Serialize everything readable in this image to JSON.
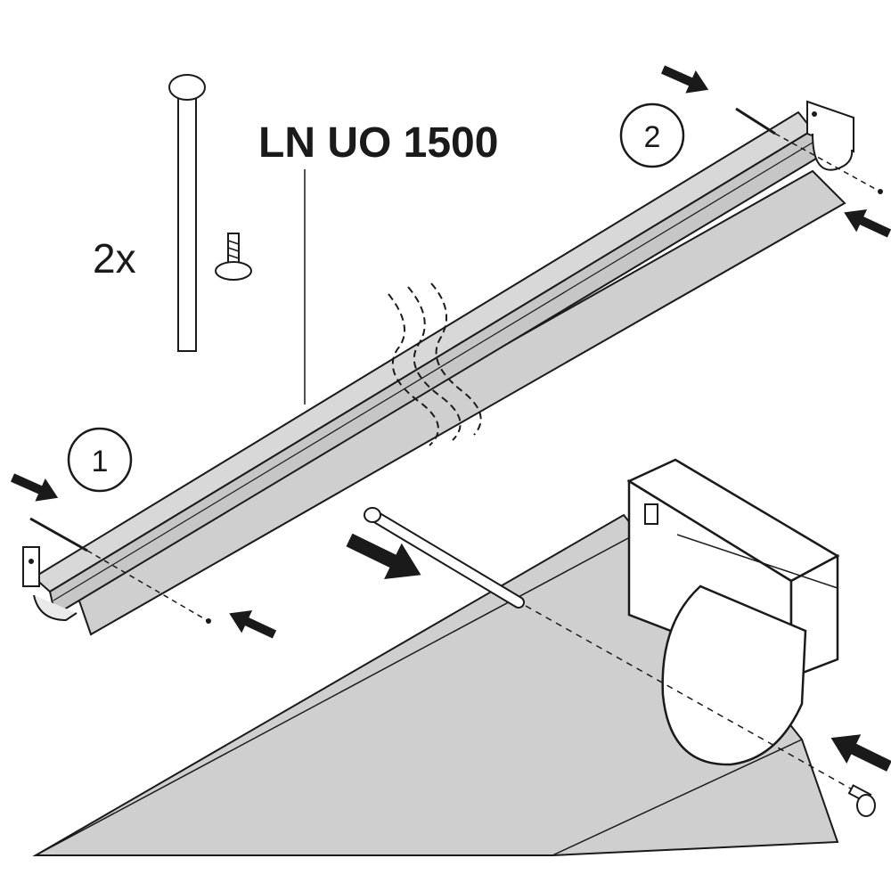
{
  "diagram": {
    "model_label": "LN UO 1500",
    "quantity_label": "2x",
    "steps": [
      "1",
      "2"
    ]
  },
  "colors": {
    "ink": "#1a1a1a",
    "fill": "#cfcfcf",
    "fill_dark": "#bdbdbd",
    "paper": "#ffffff"
  },
  "icons": {
    "arrow": "filled-arrow",
    "pin": "pin-rod",
    "screw": "screw"
  }
}
